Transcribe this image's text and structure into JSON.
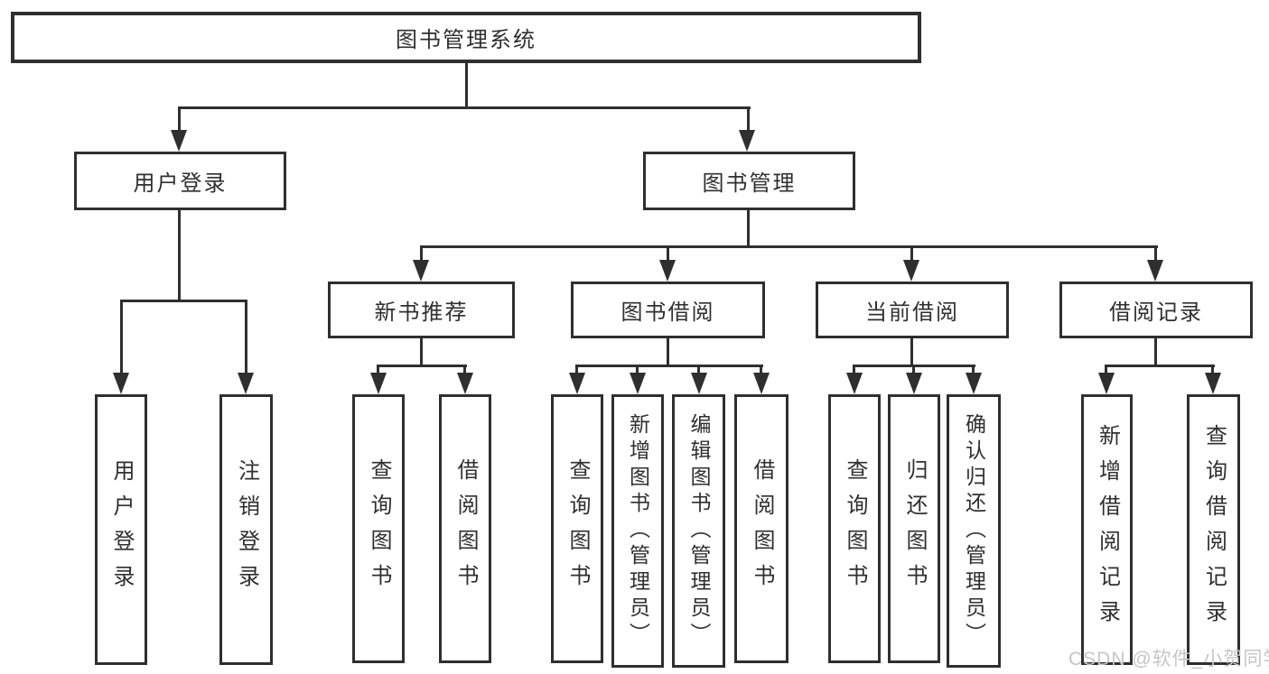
{
  "nodes": {
    "root": "图书管理系统",
    "user_login": "用户登录",
    "book_mgmt": "图书管理",
    "user_login_children": [
      "用户登录",
      "注销登录"
    ],
    "book_mgmt_children": [
      "新书推荐",
      "图书借阅",
      "当前借阅",
      "借阅记录"
    ],
    "new_book_rec_children": [
      "查询图书",
      "借阅图书"
    ],
    "book_borrow_children": [
      "查询图书",
      "新增图书（管理员）",
      "编辑图书（管理员）",
      "借阅图书"
    ],
    "current_borrow_children": [
      "查询图书",
      "归还图书",
      "确认归还（管理员）"
    ],
    "borrow_record_children": [
      "新增借阅记录",
      "查询借阅记录"
    ]
  },
  "watermark": "CSDN @软件_小贺同学",
  "colors": {
    "line": "#2f2f2f",
    "text": "#2f2f2f",
    "watermark": "#c6c6c6",
    "background": "#ffffff"
  }
}
